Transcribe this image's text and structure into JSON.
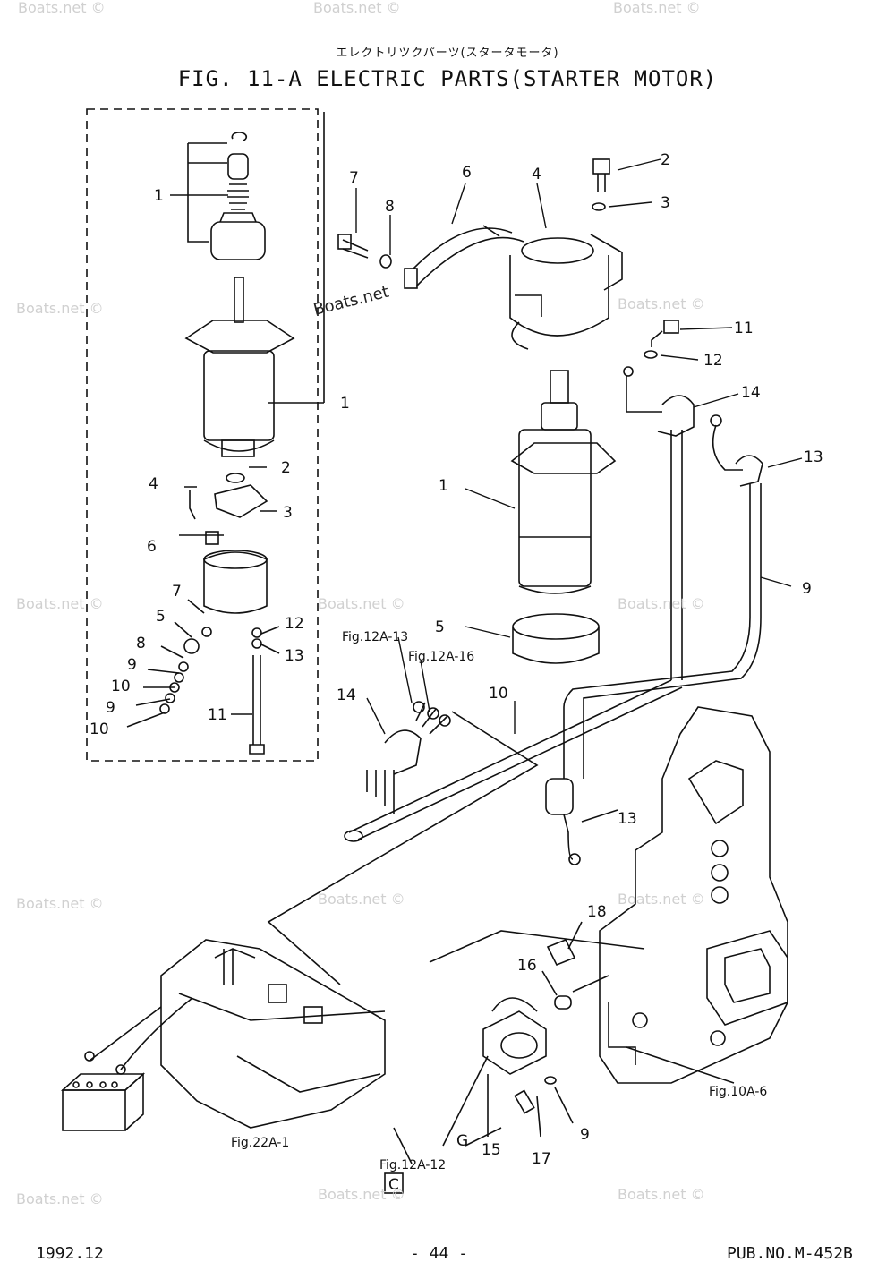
{
  "header": {
    "subtitle_jp": "エレクトリツクパーツ(スタータモータ)",
    "title": "FIG. 11-A ELECTRIC PARTS(STARTER MOTOR)"
  },
  "watermark": "Boats.net ©",
  "watermark_center": "Boats.net",
  "labels": {
    "l1": "1",
    "l2": "2",
    "l3": "3",
    "l4": "4",
    "l5": "5",
    "l6": "6",
    "l7": "7",
    "l8": "8",
    "l9": "9",
    "l10": "10",
    "l11": "11",
    "l12": "12",
    "l13": "13",
    "l14": "14",
    "l15": "15",
    "l16": "16",
    "l17": "17",
    "l18": "18",
    "g": "G"
  },
  "refs": {
    "fig12a13": "Fig.12A-13",
    "fig12a16": "Fig.12A-16",
    "fig22a1": "Fig.22A-1",
    "fig12a12": "Fig.12A-12",
    "fig10a6": "Fig.10A-6",
    "c": "C"
  },
  "footer": {
    "date": "1992.12",
    "page": "- 44 -",
    "pub": "PUB.NO.M-452B"
  }
}
